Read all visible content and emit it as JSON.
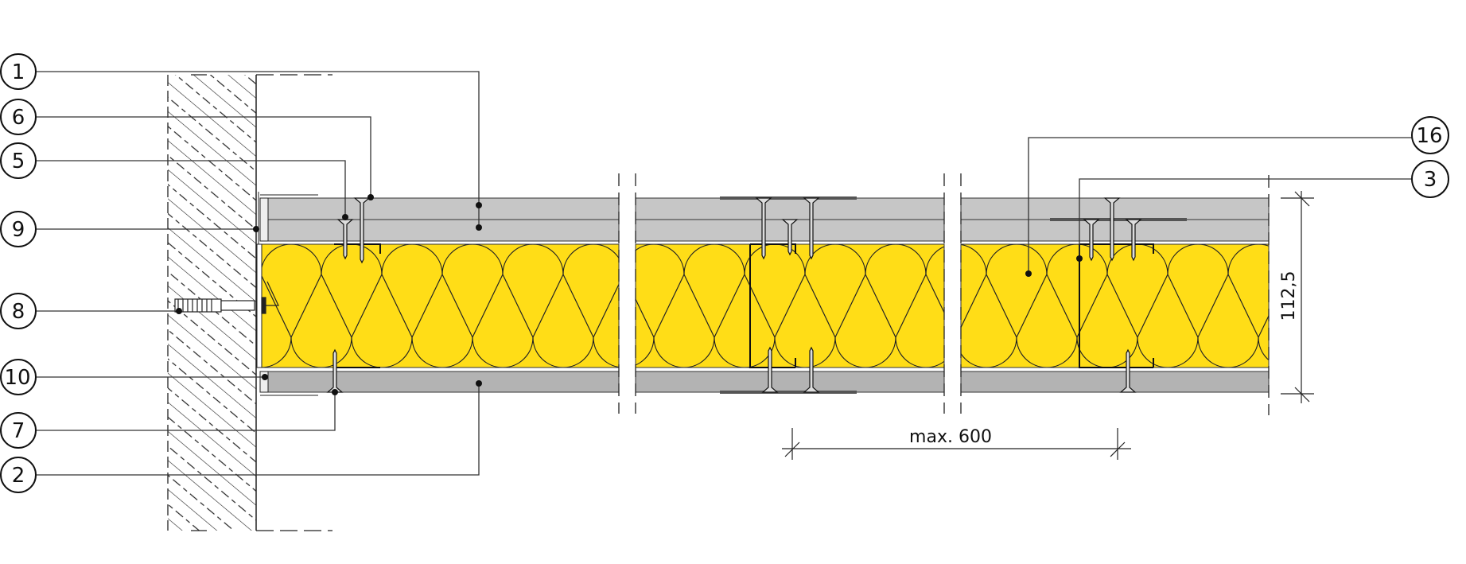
{
  "diagram": {
    "callouts": {
      "c1": "1",
      "c6": "6",
      "c5": "5",
      "c9": "9",
      "c8": "8",
      "c10": "10",
      "c7": "7",
      "c2": "2",
      "c16": "16",
      "c3": "3"
    },
    "dimensions": {
      "thickness": "112,5",
      "spacing": "max. 600"
    },
    "colors": {
      "insulation": "#FFDD17",
      "board_top": "#C6C6C6",
      "board_bottom": "#B3B3B3",
      "line": "#111111"
    }
  }
}
